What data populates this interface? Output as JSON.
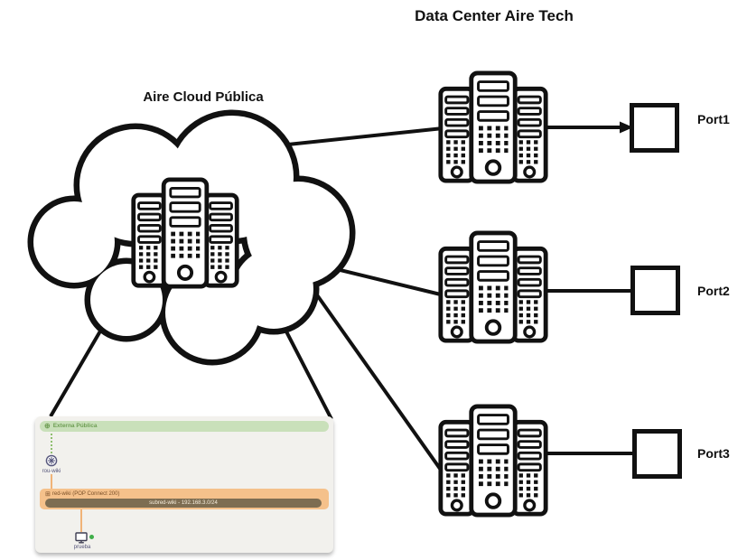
{
  "diagram": {
    "title": "Data Center Aire Tech",
    "cloud_label": "Aire Cloud Pública",
    "ports": [
      {
        "label": "Port1"
      },
      {
        "label": "Port2"
      },
      {
        "label": "Port3"
      }
    ]
  },
  "topology_panel": {
    "external_network": "Externa Pública",
    "router": "rou-wiki",
    "network": "red-wiki (POP Connect 200)",
    "subnet": "subred-wiki - 192.168.3.0/24",
    "instance": "prueba"
  },
  "icons": {
    "external_network": "globe-icon",
    "router": "router-icon",
    "network": "network-icon",
    "instance": "monitor-icon",
    "instance_status": "status-dot-icon",
    "servers": "server-rack-icon",
    "cloud": "cloud-shape"
  },
  "colors": {
    "line": "#111111",
    "external_network_bg": "#c9e0ba",
    "external_network_text": "#6f9e55",
    "network_bar_bg": "#f5c18b",
    "network_bar_text": "#7a4f28",
    "subnet_pill_bg": "#7d6d52",
    "subnet_pill_text": "#f7eedd",
    "orange_connector": "#f0b377",
    "green_connector": "#8fbf6f",
    "router_icon": "#56567c",
    "status_dot": "#3fae49",
    "panel_bg": "#f2f1ed"
  }
}
